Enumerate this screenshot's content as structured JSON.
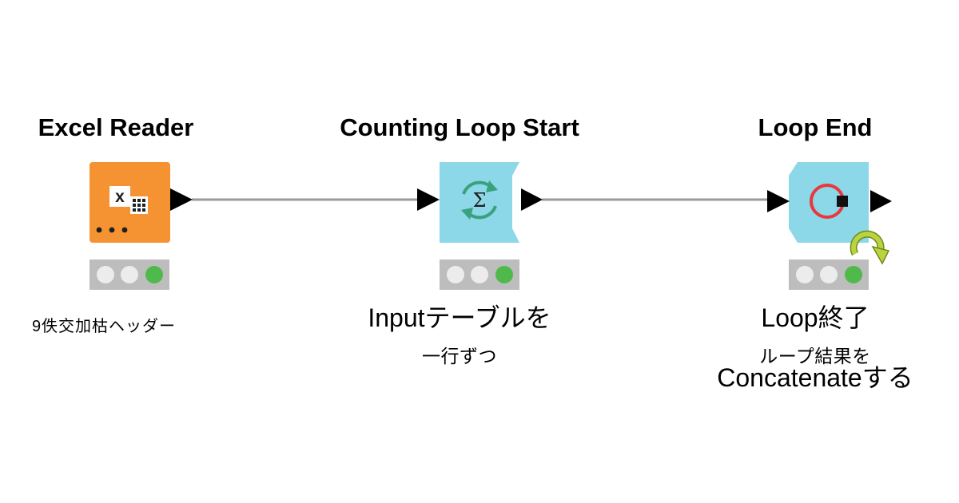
{
  "nodes": [
    {
      "id": "excel-reader",
      "title": "Excel Reader",
      "color": "#f59232",
      "status": [
        "off",
        "off",
        "on"
      ],
      "description": [
        "9佚交加枯ヘッダー"
      ]
    },
    {
      "id": "counting-loop-start",
      "title": "Counting Loop Start",
      "color": "#8cd7e8",
      "status": [
        "off",
        "off",
        "on"
      ],
      "description": [
        "Inputテーブルを",
        "一行ずつ"
      ]
    },
    {
      "id": "loop-end",
      "title": "Loop End",
      "color": "#8cd7e8",
      "status": [
        "off",
        "off",
        "on"
      ],
      "description": [
        "Loop終了",
        "ループ結果を",
        "Concatenateする"
      ]
    }
  ],
  "connections": [
    {
      "from": "excel-reader",
      "to": "counting-loop-start"
    },
    {
      "from": "counting-loop-start",
      "to": "loop-end"
    }
  ],
  "colors": {
    "connection": "#9a9a9a",
    "port": "#000000",
    "status_bg": "#bdbdbd",
    "status_on": "#4fba4b",
    "status_off": "#ececec",
    "loop_circle": "#e8383d",
    "loop_arrow": "#a4c639"
  },
  "icons": {
    "excel-reader": "excel-table-icon",
    "counting-loop-start": "sigma-loop-icon",
    "loop-end": "loop-end-circle-icon"
  }
}
